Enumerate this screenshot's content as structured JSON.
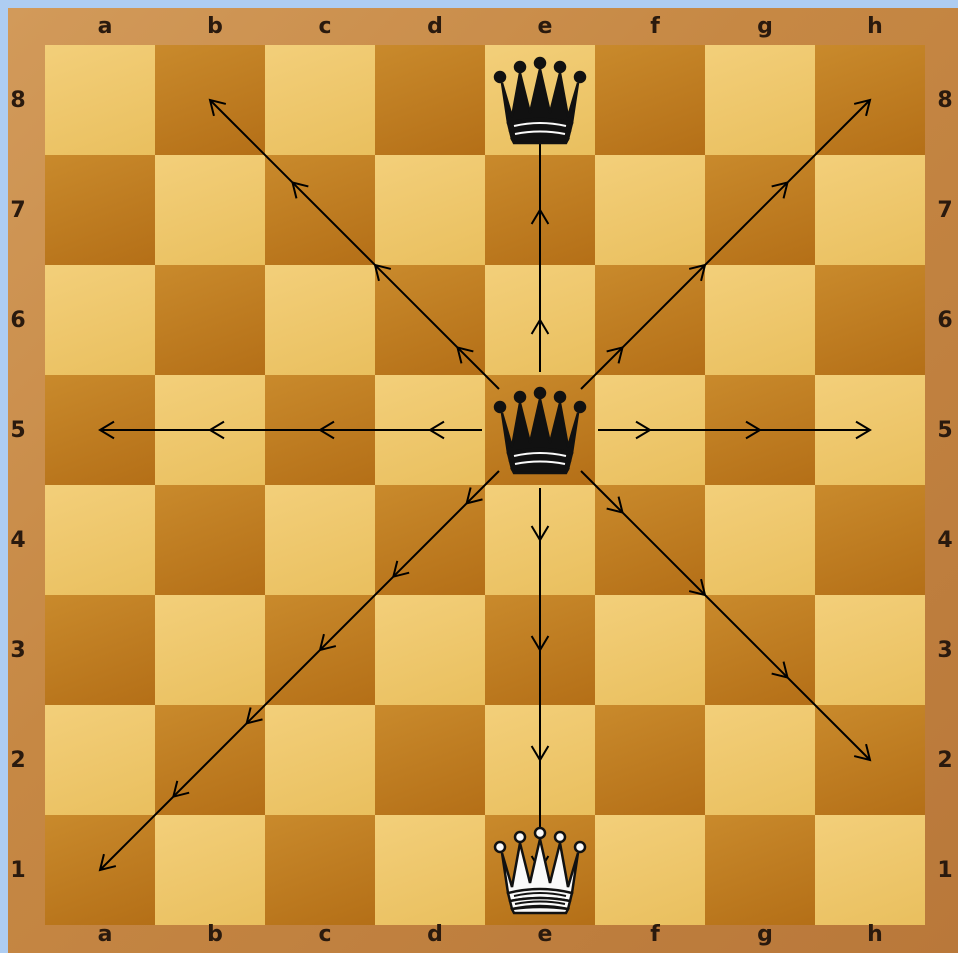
{
  "files": [
    "a",
    "b",
    "c",
    "d",
    "e",
    "f",
    "g",
    "h"
  ],
  "ranks": [
    "8",
    "7",
    "6",
    "5",
    "4",
    "3",
    "2",
    "1"
  ],
  "colors": {
    "background": "#aecdf2",
    "light_square": "#efc86c",
    "dark_square": "#c07c22",
    "arrow": "#000000",
    "coord_text": "#2a1a0e"
  },
  "pieces": [
    {
      "type": "queen",
      "color": "black",
      "square": "e8"
    },
    {
      "type": "queen",
      "color": "black",
      "square": "e5"
    },
    {
      "type": "queen",
      "color": "white",
      "square": "e1"
    }
  ],
  "move_arrows": [
    {
      "from": "e5",
      "to": "b8",
      "direction": "up-left",
      "icon": "arrow-icon"
    },
    {
      "from": "e5",
      "to": "e8",
      "direction": "up",
      "icon": "arrow-icon"
    },
    {
      "from": "e5",
      "to": "h8",
      "direction": "up-right",
      "icon": "arrow-icon"
    },
    {
      "from": "e5",
      "to": "a5",
      "direction": "left",
      "icon": "arrow-icon"
    },
    {
      "from": "e5",
      "to": "h5",
      "direction": "right",
      "icon": "arrow-icon"
    },
    {
      "from": "e5",
      "to": "a1",
      "direction": "down-left",
      "icon": "arrow-icon"
    },
    {
      "from": "e5",
      "to": "e1",
      "direction": "down",
      "icon": "arrow-icon"
    },
    {
      "from": "e5",
      "to": "h2",
      "direction": "down-right",
      "icon": "arrow-icon"
    }
  ]
}
